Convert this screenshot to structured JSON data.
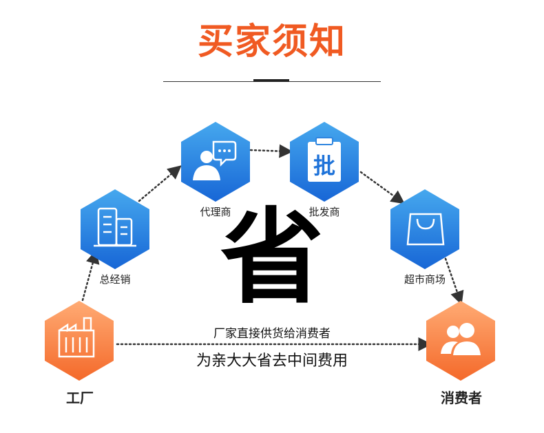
{
  "title": "买家须知",
  "nodes": {
    "factory": "工厂",
    "distributor": "总经销",
    "agent": "代理商",
    "wholesale": "批发商",
    "supermarket": "超市商场",
    "consumer": "消费者"
  },
  "center": {
    "big_char": "省",
    "line1": "厂家直接供货给消费者",
    "line2": "为亲大大省去中间费用"
  },
  "icon_text": {
    "wholesale": "批"
  },
  "colors": {
    "title": "#f05a22",
    "blue_top": "#3ea0ea",
    "blue_bottom": "#1a6fd8",
    "orange_top": "#ffa46a",
    "orange_bottom": "#f5702c"
  }
}
